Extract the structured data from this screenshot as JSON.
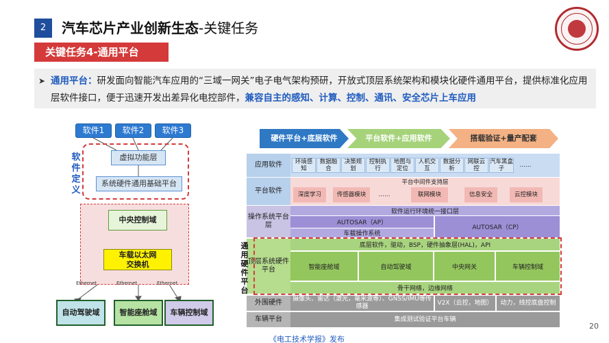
{
  "header": {
    "slide_number": "2",
    "title_main": "汽车芯片产业创新生态",
    "title_suffix": "-关键任务"
  },
  "task_badge": "关键任务4-通用平台",
  "paragraph": {
    "lead": "通用平台：",
    "body": "研发面向智能汽车应用的“三域一网关”电子电气架构预研，开放式顶层系统架构和模块化硬件通用平台，提供标准化应用层软件接口，便于迅速开发出差异化电控部件，",
    "highlight": "兼容自主的感知、计算、控制、通讯、安全芯片上车应用"
  },
  "left_diagram": {
    "software": [
      "软件1",
      "软件2",
      "软件3"
    ],
    "virtual_layer": "虚拟功能层",
    "base_platform": "系统硬件通用基础平台",
    "software_defined_label": "软件定义",
    "central_domain": "中央控制域",
    "switch": [
      "车载以太网",
      "交换机"
    ],
    "ethernet": [
      "Ethernet",
      "Ethernet",
      "Ethernet"
    ],
    "ecus": [
      "自动驾驶域",
      "智能座舱域",
      "车辆控制域"
    ]
  },
  "right_diagram": {
    "chevrons": [
      "硬件平台+底层软件",
      "平台软件+应用软件",
      "搭载验证+量产配套"
    ],
    "layers": {
      "app": "应用软件",
      "platform": "平台软件",
      "os": "操作系统平台层",
      "toplevel": "顶层系统硬件平台",
      "peripheral": "外围硬件",
      "vehicle": "车辆平台"
    },
    "app_cells": [
      "环境感知",
      "数据融合",
      "决策规划",
      "控制执行",
      "地图与定位",
      "人机交互",
      "数据分析",
      "网联云控",
      "汽车黑盒子",
      "……"
    ],
    "middleware_header": "平台中间件支持层",
    "middleware_cells": [
      "深度学习",
      "传感器模块",
      "……",
      "联网模块",
      "信息安全",
      "云控模块"
    ],
    "os_interface": "软件运行环境统一接口层",
    "autosar_ap": "AUTOSAR（AP）",
    "autosar_cp": "AUTOSAR（CP）",
    "vehicle_os": "车载操作系统",
    "hw_side_label": "通用硬件平台",
    "hw_top": "底层软件，驱动，BSP，硬件抽象层(HAL)，API",
    "hw_domains": [
      "智能座舱域",
      "自动驾驶域",
      "中央网关",
      "车辆控制域"
    ],
    "backbone": "骨干网络，边缘网络",
    "peripheral_cells": [
      "摄像头、雷达（激光，毫米波等）、GNSS/IMU等传感器",
      "V2X（云控，地图）",
      "动力，线控底盘控制"
    ],
    "vehicle_bar": "集成测试验证平台车辆"
  },
  "footer": {
    "page": "20",
    "source": "《电工技术学报》发布"
  },
  "colors": {
    "accent_blue": "#1f4e9c",
    "accent_red": "#d43a3a",
    "highlight_blue": "#1f5bbf"
  }
}
